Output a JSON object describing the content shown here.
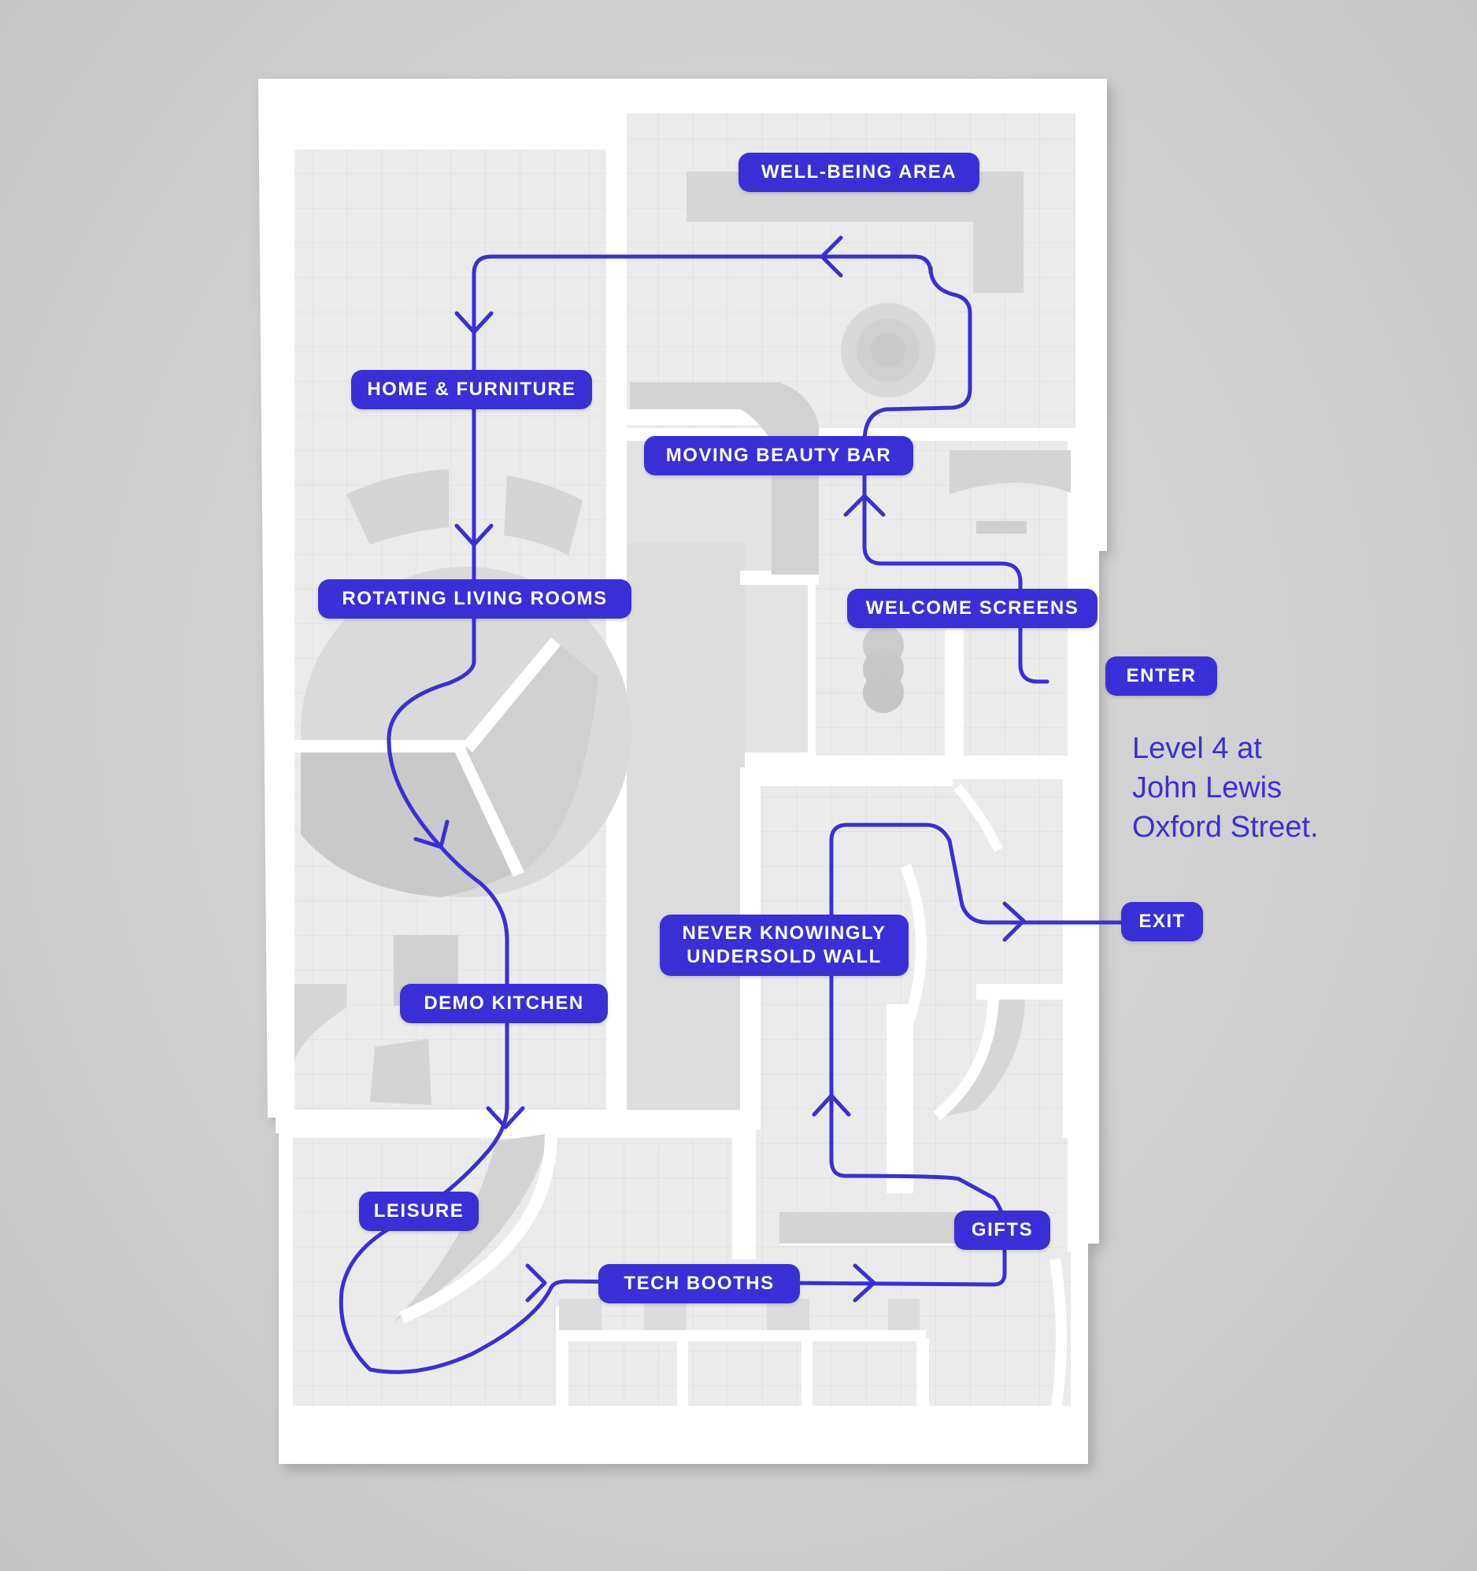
{
  "map": {
    "type": "store-floor-plan",
    "accent_color": "#3a2fd6",
    "route_color": "#3a2fd6",
    "wall_color": "#ffffff",
    "floor_color": "#e9e9e9"
  },
  "labels": {
    "well_being_area": "WELL-BEING AREA",
    "home_furniture": "HOME & FURNITURE",
    "moving_beauty_bar": "MOVING BEAUTY BAR",
    "rotating_living_rooms": "ROTATING LIVING ROOMS",
    "welcome_screens": "WELCOME SCREENS",
    "enter": "ENTER",
    "never_knowingly_undersold_wall": "NEVER KNOWINGLY\nUNDERSOLD WALL",
    "exit": "EXIT",
    "demo_kitchen": "DEMO KITCHEN",
    "leisure": "LEISURE",
    "gifts": "GIFTS",
    "tech_booths": "TECH BOOTHS"
  },
  "caption": {
    "line1": "Level 4 at",
    "line2": "John Lewis",
    "line3": "Oxford Street."
  }
}
